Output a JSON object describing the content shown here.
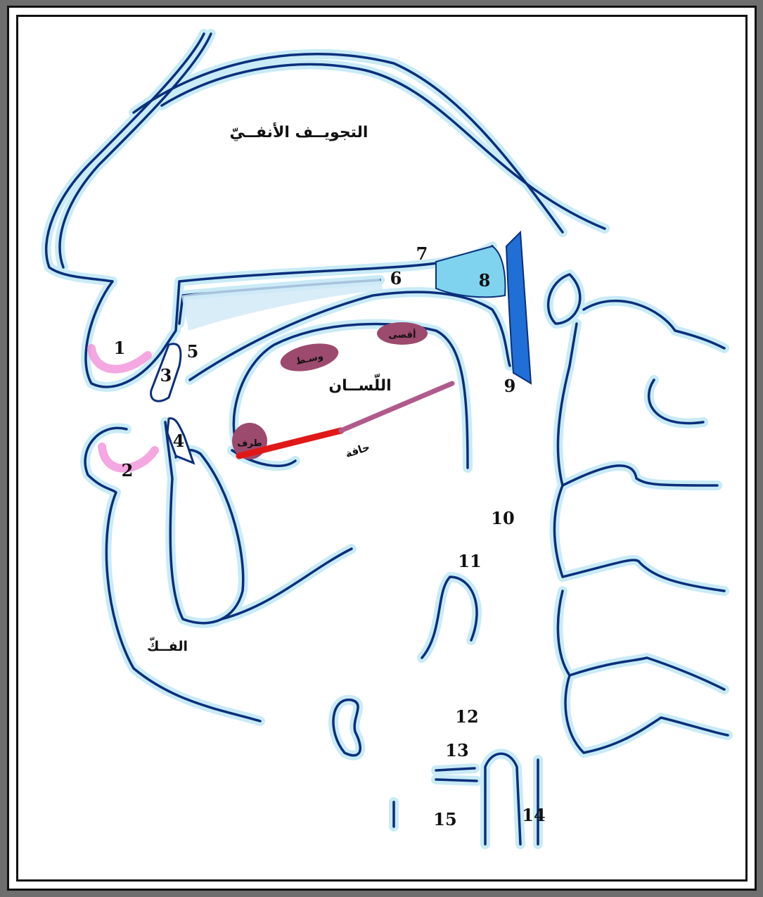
{
  "labels": {
    "nasal_cavity": "التجويــف الأنفــيّ",
    "tongue": "اللّســان",
    "jaw": "الفــكّ",
    "tip": "طرف",
    "middle": "وسـط",
    "back": "أقصى",
    "edge": "حافة"
  },
  "numbers": [
    "1",
    "2",
    "3",
    "4",
    "5",
    "6",
    "7",
    "8",
    "9",
    "10",
    "11",
    "12",
    "13",
    "14",
    "15"
  ],
  "colors": {
    "outline": "#0b2f7a",
    "glow": "#bfe8f5",
    "palate_fill": "#cfe9f7",
    "velum": "#7fd3ee",
    "pharynx_wall": "#1f6fd6",
    "lip_pink": "#f08ad6",
    "tongue_region": "#9c4a6e",
    "edge_red": "#e01818",
    "edge_mauve": "#b05a8c"
  }
}
